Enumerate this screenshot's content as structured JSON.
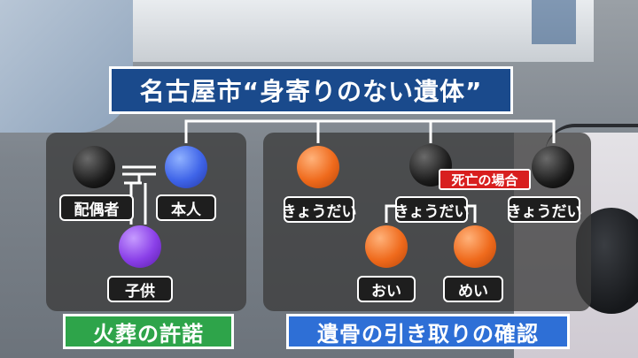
{
  "title": "名古屋市“身寄りのない遺体”",
  "left_group": {
    "spouse": "配偶者",
    "self": "本人",
    "child": "子供",
    "footer": "火葬の許諾"
  },
  "right_group": {
    "sibling_1": "きょうだい",
    "sibling_2": "きょうだい",
    "sibling_3": "きょうだい",
    "death_badge": "死亡の場合",
    "nephew": "おい",
    "niece": "めい",
    "footer": "遺骨の引き取りの確認"
  },
  "colors": {
    "title_bg": "#1a4a8c",
    "self_ball": "#3f64e8",
    "child_ball": "#8a3fe8",
    "relative_ball": "#ef6a1c",
    "badge": "#d81f1f",
    "footer_left": "#2ea44a",
    "footer_right": "#2e6fd6"
  }
}
